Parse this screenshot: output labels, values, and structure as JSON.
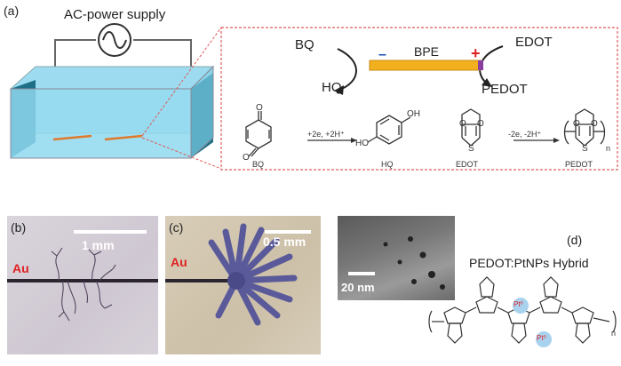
{
  "panel_a": {
    "label": "(a)",
    "power_supply": "AC-power supply",
    "bq": "BQ",
    "hq": "HQ",
    "bpe": "BPE",
    "minus": "–",
    "plus": "+",
    "edot": "EDOT",
    "pedot": "PEDOT",
    "reduction_label": "+2e, +2H⁺",
    "oxidation_label": "-2e, -2H⁺",
    "struct_bq": "BQ",
    "struct_hq": "HQ",
    "struct_edot": "EDOT",
    "struct_pedot": "PEDOT",
    "atom_o": "O",
    "atom_oh": "OH",
    "atom_ho": "HO",
    "atom_s": "S",
    "subscript_n": "n",
    "colors": {
      "water": "#8fd8ee",
      "dark_wall": "#1f6f86",
      "dashed_box": "#e05a5a",
      "bpe_rod": "#f2b01e",
      "minus": "#1e4fb5",
      "plus": "#e02020"
    }
  },
  "panel_b": {
    "label": "(b)",
    "scale": "1 mm",
    "au": "Au"
  },
  "panel_c": {
    "label": "(c)",
    "scale": "0.5 mm",
    "au": "Au"
  },
  "panel_tem": {
    "scale": "20 nm"
  },
  "panel_d": {
    "label": "(d)",
    "title": "PEDOT:PtNPs Hybrid",
    "pt": "Pt⁰",
    "n": "n"
  }
}
